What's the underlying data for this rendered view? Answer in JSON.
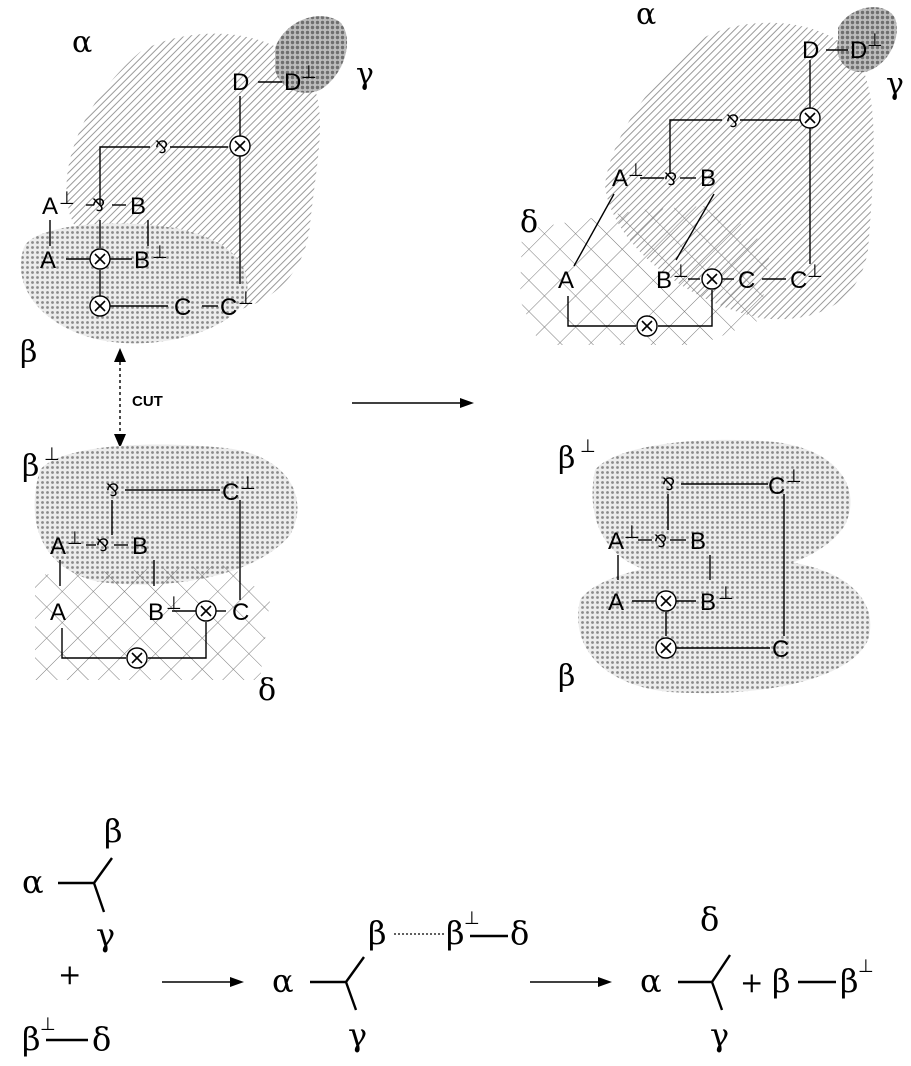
{
  "labels": {
    "alpha": "α",
    "beta": "β",
    "gamma": "γ",
    "delta": "δ",
    "beta_perp": "β⊥",
    "cut": "CUT",
    "plus": "+"
  },
  "atoms": {
    "A": "A",
    "B": "B",
    "C": "C",
    "D": "D",
    "A_perp": "A⊥",
    "B_perp": "B⊥",
    "C_perp": "C⊥",
    "D_perp": "D⊥"
  },
  "operators": {
    "tensor": "⊗",
    "par": "⅋"
  },
  "colors": {
    "line": "#000000",
    "hatch": "#9a9a9a",
    "dots": "#8a8a8a",
    "crosshatch": "#7a7a7a",
    "background": "#ffffff"
  }
}
